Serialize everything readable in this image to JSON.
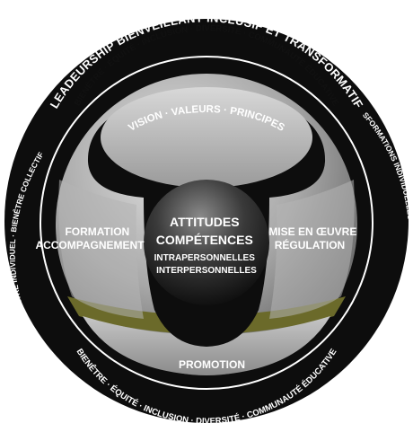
{
  "title": "LEADEURSHIP BIENVEILLANT INCLUSIF ET TRANSFORMATIF",
  "inner_ring_top": "BIENÊTRE · ÉQUITÉ · INCLUSION · DIVERSITÉ · COMMUNAUTÉ ÉDUCATIVE",
  "inner_ring_bottom": "BIENÊTRE · ÉQUITÉ · INCLUSION · DIVERSITÉ · COMMUNAUTÉ ÉDUCATIVE",
  "outer_left": "BIENÊTRE INDIVIDUEL · BIENÊTRE COLLECTIF",
  "outer_right": "TRANSFORMATIONS INDIVIDUELLES · ORGANISATIONNELLES · SOCIÉTALES",
  "vision": "VISION · VALEURS · PRINCIPES",
  "left_label": {
    "line1": "FORMATION",
    "line2": "ACCOMPAGNEMENT"
  },
  "right_label": {
    "line1": "MISE EN ŒUVRE",
    "line2": "RÉGULATION"
  },
  "center": {
    "line1": "ATTITUDES",
    "line2": "COMPÉTENCES",
    "line3": "INTRAPERSONNELLES",
    "line4": "INTERPERSONNELLES"
  },
  "promotion": "PROMOTION",
  "colors": {
    "black": "#0d0d0d",
    "gray_light": "#c9c9c9",
    "gray_mid": "#8f8f8f",
    "gray_dark": "#4a4a4a",
    "olive": "#6b6a2a"
  }
}
